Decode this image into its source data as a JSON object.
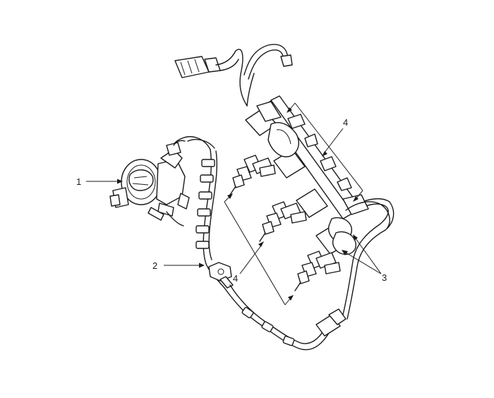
{
  "callouts": {
    "c1": "1",
    "c2": "2",
    "c3": "3",
    "c4a": "4",
    "c4b": "4"
  },
  "colors": {
    "line": "#1a1a1a",
    "background": "#ffffff"
  },
  "icons": {
    "fuel_pump": "high-pressure-pump-icon",
    "harness": "wiring-harness-icon",
    "injector": "fuel-injector-icon",
    "rail": "fuel-rail-icon"
  }
}
